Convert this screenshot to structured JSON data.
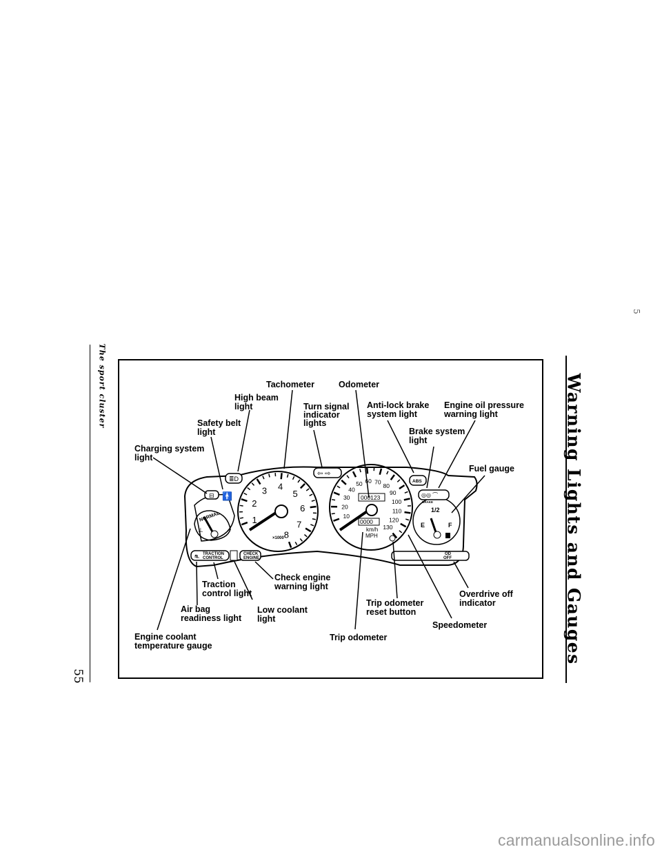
{
  "page": {
    "section_title": "Warning Lights and Gauges",
    "caption": "The sport cluster",
    "page_number": "55",
    "stray_mark": "5",
    "watermark": "carmanualsonline.info"
  },
  "labels": {
    "tachometer": "Tachometer",
    "odometer": "Odometer",
    "high_beam": [
      "High beam",
      "light"
    ],
    "turn_signal": [
      "Turn signal",
      "indicator",
      "lights"
    ],
    "antilock": [
      "Anti-lock brake",
      "system light"
    ],
    "oil_pressure": [
      "Engine oil pressure",
      "warning light"
    ],
    "safety_belt": [
      "Safety belt",
      "light"
    ],
    "brake_system": [
      "Brake system",
      "light"
    ],
    "charging": [
      "Charging system",
      "light"
    ],
    "fuel_gauge": "Fuel gauge",
    "check_engine": [
      "Check engine",
      "warning light"
    ],
    "traction": [
      "Traction",
      "control light"
    ],
    "overdrive": [
      "Overdrive off",
      "indicator"
    ],
    "airbag": [
      "Air bag",
      "readiness light"
    ],
    "low_coolant": [
      "Low coolant",
      "light"
    ],
    "trip_reset": [
      "Trip odometer",
      "reset button"
    ],
    "speedometer": "Speedometer",
    "coolant_gauge": [
      "Engine coolant",
      "temperature gauge"
    ],
    "trip_odometer": "Trip odometer"
  },
  "cluster": {
    "tach_numbers": [
      "1",
      "2",
      "3",
      "4",
      "5",
      "6",
      "7",
      "8"
    ],
    "tach_unit": "×1000",
    "speed_numbers": [
      "10",
      "20",
      "30",
      "40",
      "50",
      "60",
      "70",
      "80",
      "90",
      "100",
      "110",
      "120",
      "130"
    ],
    "odometer_reading": "000123",
    "trip_reading": "0000",
    "speed_units": [
      "km/h",
      "MPH"
    ],
    "temp_normal": "NORMAL",
    "traction_badge": [
      "TRACTION",
      "CONTROL"
    ],
    "check_engine_badge": [
      "CHECK",
      "ENGINE"
    ],
    "od_badge": [
      "OD",
      "OFF"
    ],
    "brake_badge": "BRAKE",
    "abs_badge": "ABS",
    "fuel_marks": [
      "E",
      "1/2",
      "F"
    ]
  }
}
